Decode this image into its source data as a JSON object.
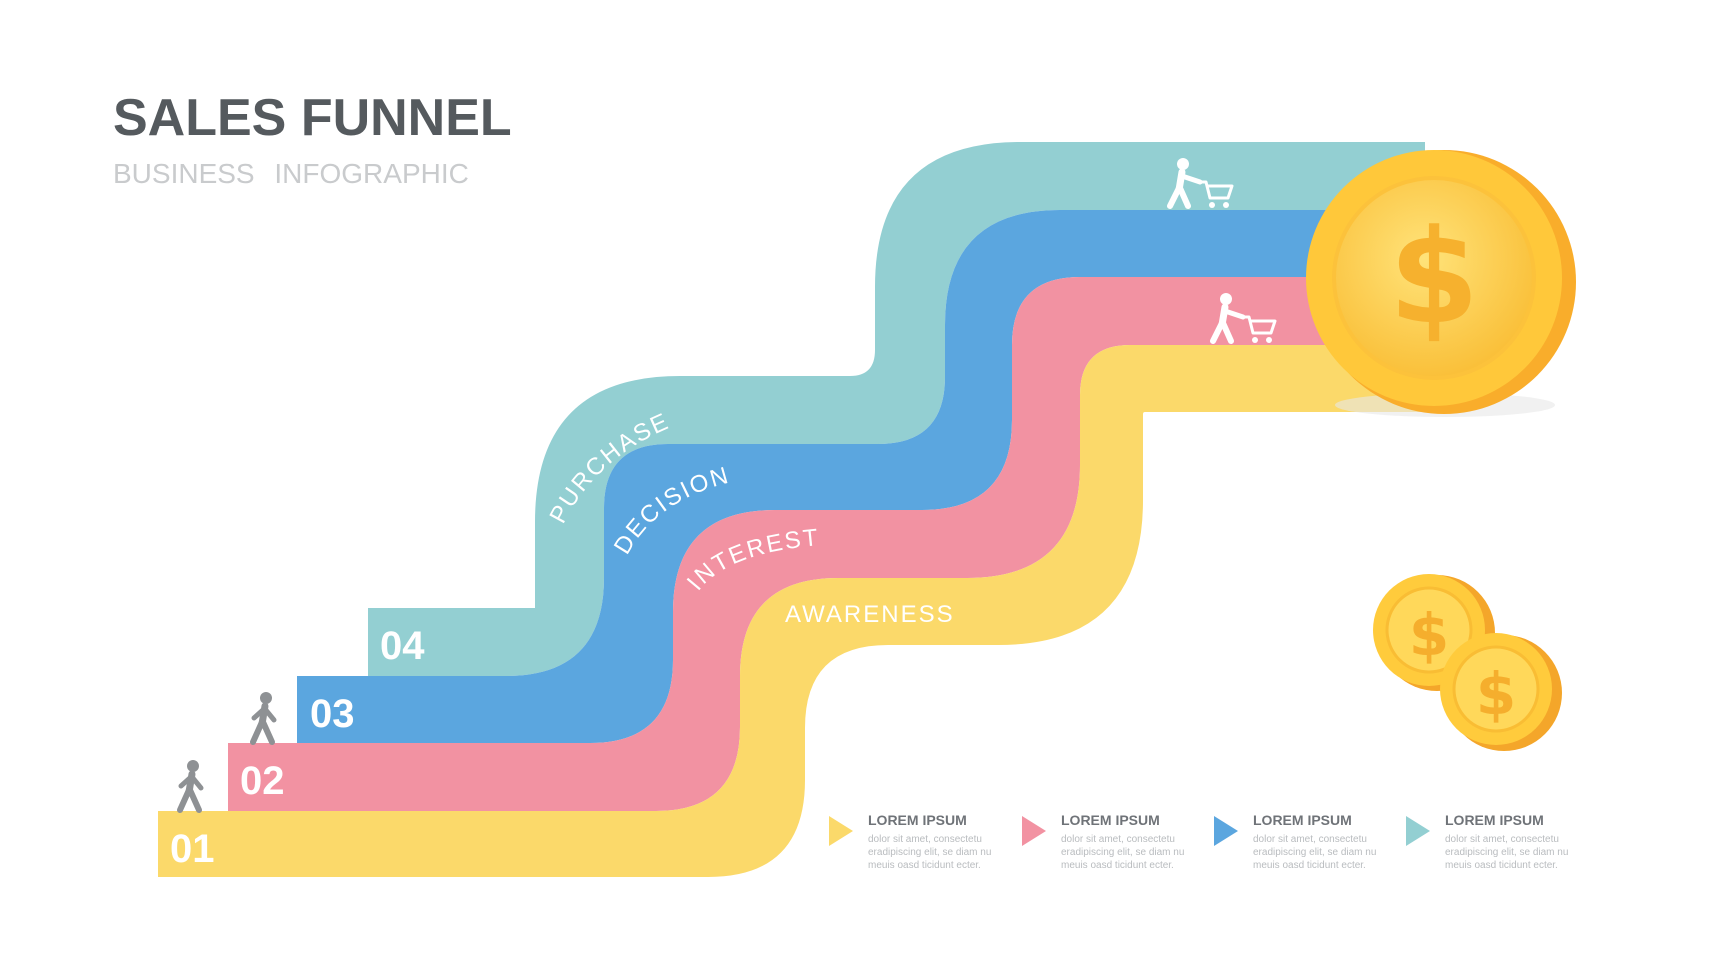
{
  "header": {
    "title": "SALES FUNNEL",
    "subtitle": "BUSINESS INFOGRAPHIC"
  },
  "stages": [
    {
      "number": "01",
      "label": "AWARENESS",
      "color": "#fbd96a"
    },
    {
      "number": "02",
      "label": "INTEREST",
      "color": "#f292a2"
    },
    {
      "number": "03",
      "label": "DECISION",
      "color": "#5ba6df"
    },
    {
      "number": "04",
      "label": "PURCHASE",
      "color": "#93cfd2"
    }
  ],
  "coins": {
    "symbol": "$",
    "gold": "#f7b733",
    "gold_light": "#ffd85a"
  },
  "icons": [
    "walking-person-icon",
    "walking-person-icon",
    "person-with-cart-icon",
    "person-with-cart-icon"
  ],
  "legend": [
    {
      "title": "LOREM IPSUM",
      "desc": "dolor sit amet, consectetu eradipiscing elit, se diam nu meuis oasd ticidunt ecter.",
      "color": "#fbd96a"
    },
    {
      "title": "LOREM IPSUM",
      "desc": "dolor sit amet, consectetu eradipiscing elit, se diam nu meuis oasd ticidunt ecter.",
      "color": "#f292a2"
    },
    {
      "title": "LOREM IPSUM",
      "desc": "dolor sit amet, consectetu eradipiscing elit, se diam nu meuis oasd ticidunt ecter.",
      "color": "#5ba6df"
    },
    {
      "title": "LOREM IPSUM",
      "desc": "dolor sit amet, consectetu eradipiscing elit, se diam nu meuis oasd ticidunt ecter.",
      "color": "#93cfd2"
    }
  ]
}
